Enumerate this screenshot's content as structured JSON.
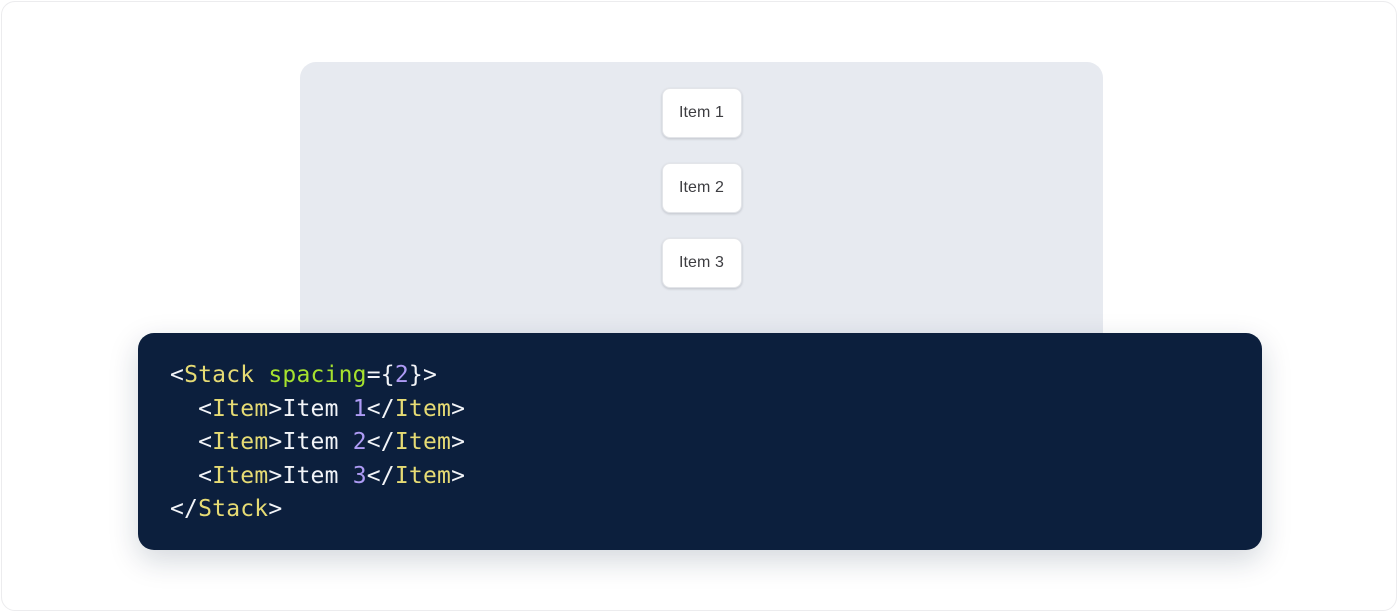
{
  "preview": {
    "panel_name": "stack-preview-panel",
    "background_color": "#e7eaf0",
    "items": [
      {
        "label": "Item 1"
      },
      {
        "label": "Item 2"
      },
      {
        "label": "Item 3"
      }
    ]
  },
  "code": {
    "language": "jsx",
    "background_color": "#0c1f3d",
    "colors": {
      "punctuation": "#f2f4f8",
      "tag": "#e6db74",
      "attribute": "#a6e22e",
      "number": "#ae9bf5",
      "text": "#f2f4f8"
    },
    "lines": [
      {
        "indent": "",
        "tokens": [
          {
            "t": "punc",
            "v": "<"
          },
          {
            "t": "tag",
            "v": "Stack"
          },
          {
            "t": "text",
            "v": " "
          },
          {
            "t": "attr",
            "v": "spacing"
          },
          {
            "t": "punc",
            "v": "={"
          },
          {
            "t": "num",
            "v": "2"
          },
          {
            "t": "punc",
            "v": "}>"
          }
        ]
      },
      {
        "indent": "  ",
        "tokens": [
          {
            "t": "punc",
            "v": "<"
          },
          {
            "t": "tag",
            "v": "Item"
          },
          {
            "t": "punc",
            "v": ">"
          },
          {
            "t": "text",
            "v": "Item "
          },
          {
            "t": "num",
            "v": "1"
          },
          {
            "t": "punc",
            "v": "</"
          },
          {
            "t": "tag",
            "v": "Item"
          },
          {
            "t": "punc",
            "v": ">"
          }
        ]
      },
      {
        "indent": "  ",
        "tokens": [
          {
            "t": "punc",
            "v": "<"
          },
          {
            "t": "tag",
            "v": "Item"
          },
          {
            "t": "punc",
            "v": ">"
          },
          {
            "t": "text",
            "v": "Item "
          },
          {
            "t": "num",
            "v": "2"
          },
          {
            "t": "punc",
            "v": "</"
          },
          {
            "t": "tag",
            "v": "Item"
          },
          {
            "t": "punc",
            "v": ">"
          }
        ]
      },
      {
        "indent": "  ",
        "tokens": [
          {
            "t": "punc",
            "v": "<"
          },
          {
            "t": "tag",
            "v": "Item"
          },
          {
            "t": "punc",
            "v": ">"
          },
          {
            "t": "text",
            "v": "Item "
          },
          {
            "t": "num",
            "v": "3"
          },
          {
            "t": "punc",
            "v": "</"
          },
          {
            "t": "tag",
            "v": "Item"
          },
          {
            "t": "punc",
            "v": ">"
          }
        ]
      },
      {
        "indent": "",
        "tokens": [
          {
            "t": "punc",
            "v": "</"
          },
          {
            "t": "tag",
            "v": "Stack"
          },
          {
            "t": "punc",
            "v": ">"
          }
        ]
      }
    ]
  }
}
